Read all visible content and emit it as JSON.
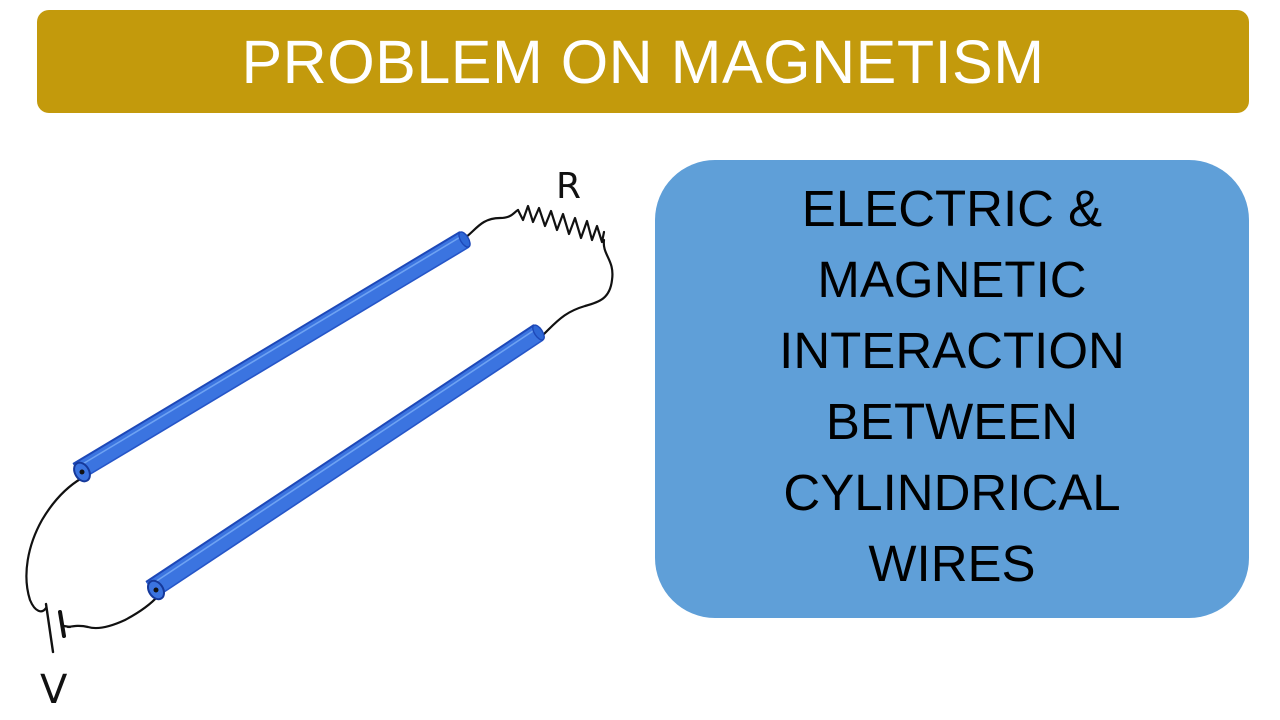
{
  "banner": {
    "title": "PROBLEM ON MAGNETISM",
    "color": "#c39a0c"
  },
  "topic_box": {
    "color": "#5f9fd8",
    "lines": [
      "ELECTRIC &",
      "MAGNETIC",
      "INTERACTION",
      "BETWEEN",
      "CYLINDRICAL",
      "WIRES"
    ]
  },
  "diagram": {
    "resistor_label": "R",
    "battery_label": "V",
    "wire_color": "#3b74e0"
  }
}
